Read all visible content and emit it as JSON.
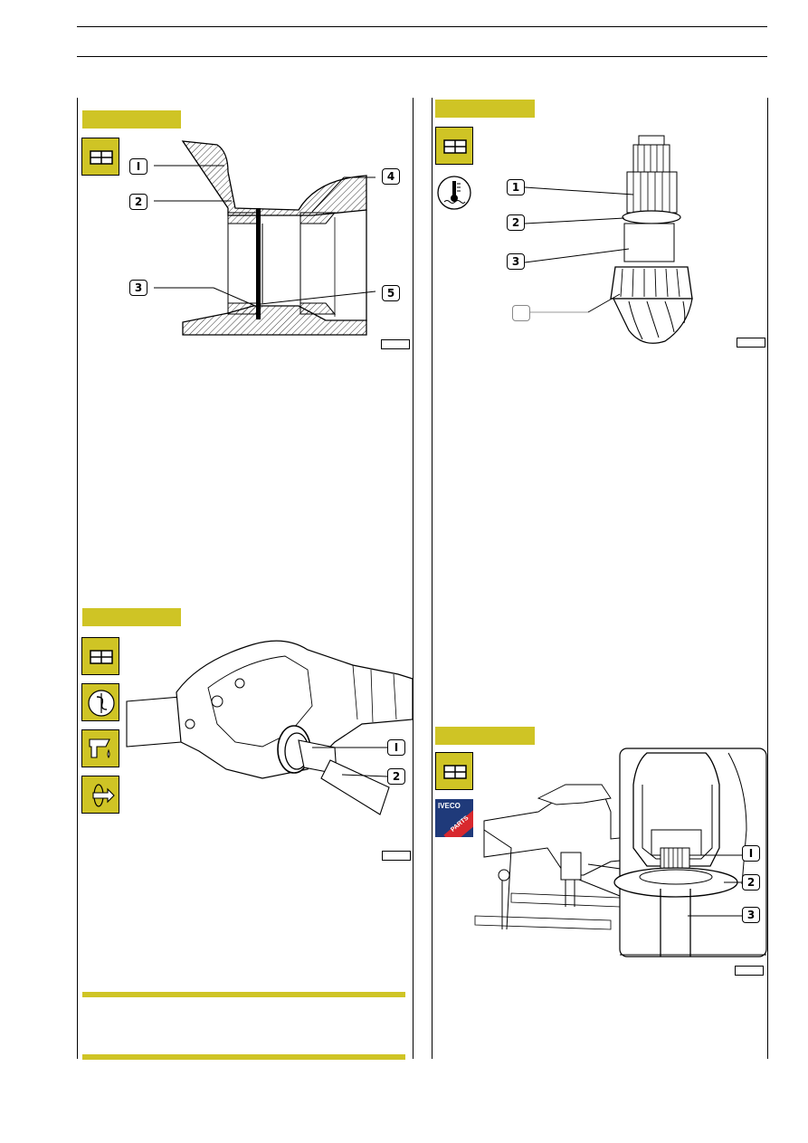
{
  "figures": [
    {
      "id": "fig-tl",
      "figure_number": "",
      "callouts": [
        "I",
        "2",
        "3",
        "4",
        "5"
      ]
    },
    {
      "id": "fig-bl",
      "figure_number": "",
      "callouts": [
        "I",
        "2"
      ]
    },
    {
      "id": "fig-tr",
      "figure_number": "",
      "callouts": [
        "1",
        "2",
        "3",
        ""
      ]
    },
    {
      "id": "fig-br",
      "figure_number": "",
      "callouts": [
        "I",
        "2",
        "3"
      ]
    }
  ],
  "icons": {
    "iveco_parts": {
      "brand": "IVECO",
      "word": "PARTS"
    }
  },
  "colors": {
    "accent": "#cfc425",
    "ink": "#000000",
    "paper": "#ffffff"
  }
}
